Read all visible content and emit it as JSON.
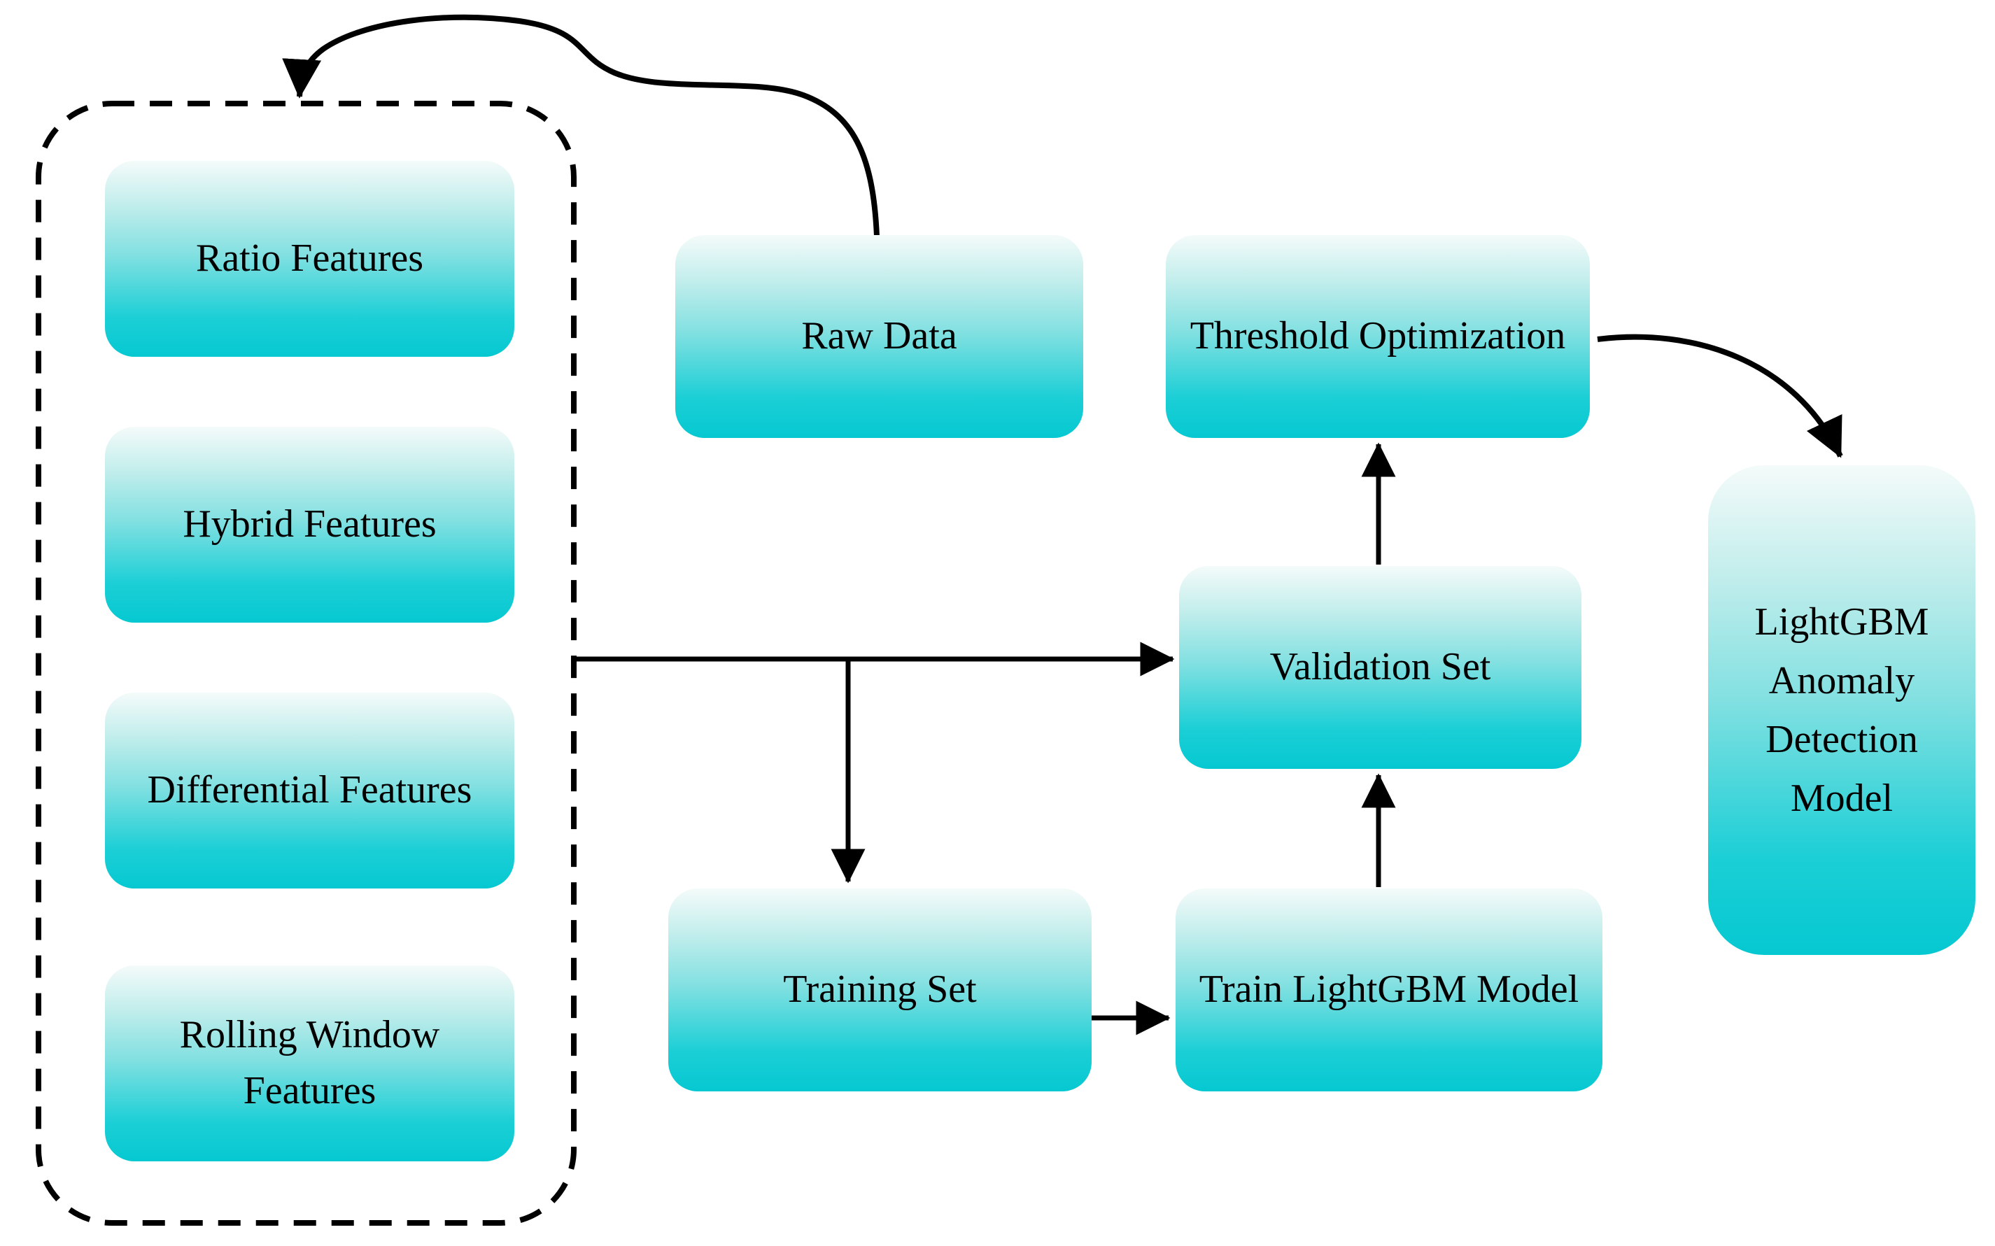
{
  "page": {
    "background_color": "#ffffff"
  },
  "diagram": {
    "nodes": {
      "ratio_features": {
        "label": "Ratio Features"
      },
      "hybrid_features": {
        "label": "Hybrid Features"
      },
      "differential_features": {
        "label": "Differential Features"
      },
      "rolling_window_features": {
        "label": "Rolling Window Features"
      },
      "raw_data": {
        "label": "Raw Data"
      },
      "threshold_optimization": {
        "label": "Threshold Optimization"
      },
      "validation_set": {
        "label": "Validation Set"
      },
      "training_set": {
        "label": "Training Set"
      },
      "train_lightgbm_model": {
        "label": "Train LightGBM Model"
      },
      "lightgbm_anomaly_detection_model": {
        "label": "LightGBM Anomaly Detection Model"
      }
    },
    "groups": {
      "feature_group": {
        "description": "dashed rounded container holding the four feature boxes",
        "members": [
          "ratio_features",
          "hybrid_features",
          "differential_features",
          "rolling_window_features"
        ]
      }
    },
    "edges": [
      {
        "from": "raw_data",
        "to": "feature_group",
        "style": "curved"
      },
      {
        "from": "feature_group",
        "to": "validation_set",
        "style": "straight"
      },
      {
        "from": "feature_group",
        "to": "training_set",
        "style": "elbow-branch"
      },
      {
        "from": "training_set",
        "to": "train_lightgbm_model",
        "style": "straight"
      },
      {
        "from": "train_lightgbm_model",
        "to": "validation_set",
        "style": "straight"
      },
      {
        "from": "validation_set",
        "to": "threshold_optimization",
        "style": "straight"
      },
      {
        "from": "threshold_optimization",
        "to": "lightgbm_anomaly_detection_model",
        "style": "curved"
      }
    ],
    "colors": {
      "node_gradient_top": "#f4fbfa",
      "node_gradient_mid": "#82e0e1",
      "node_gradient_bottom": "#06c8d1",
      "node_text": "#000000",
      "arrow": "#000000",
      "group_border": "#000000"
    }
  }
}
